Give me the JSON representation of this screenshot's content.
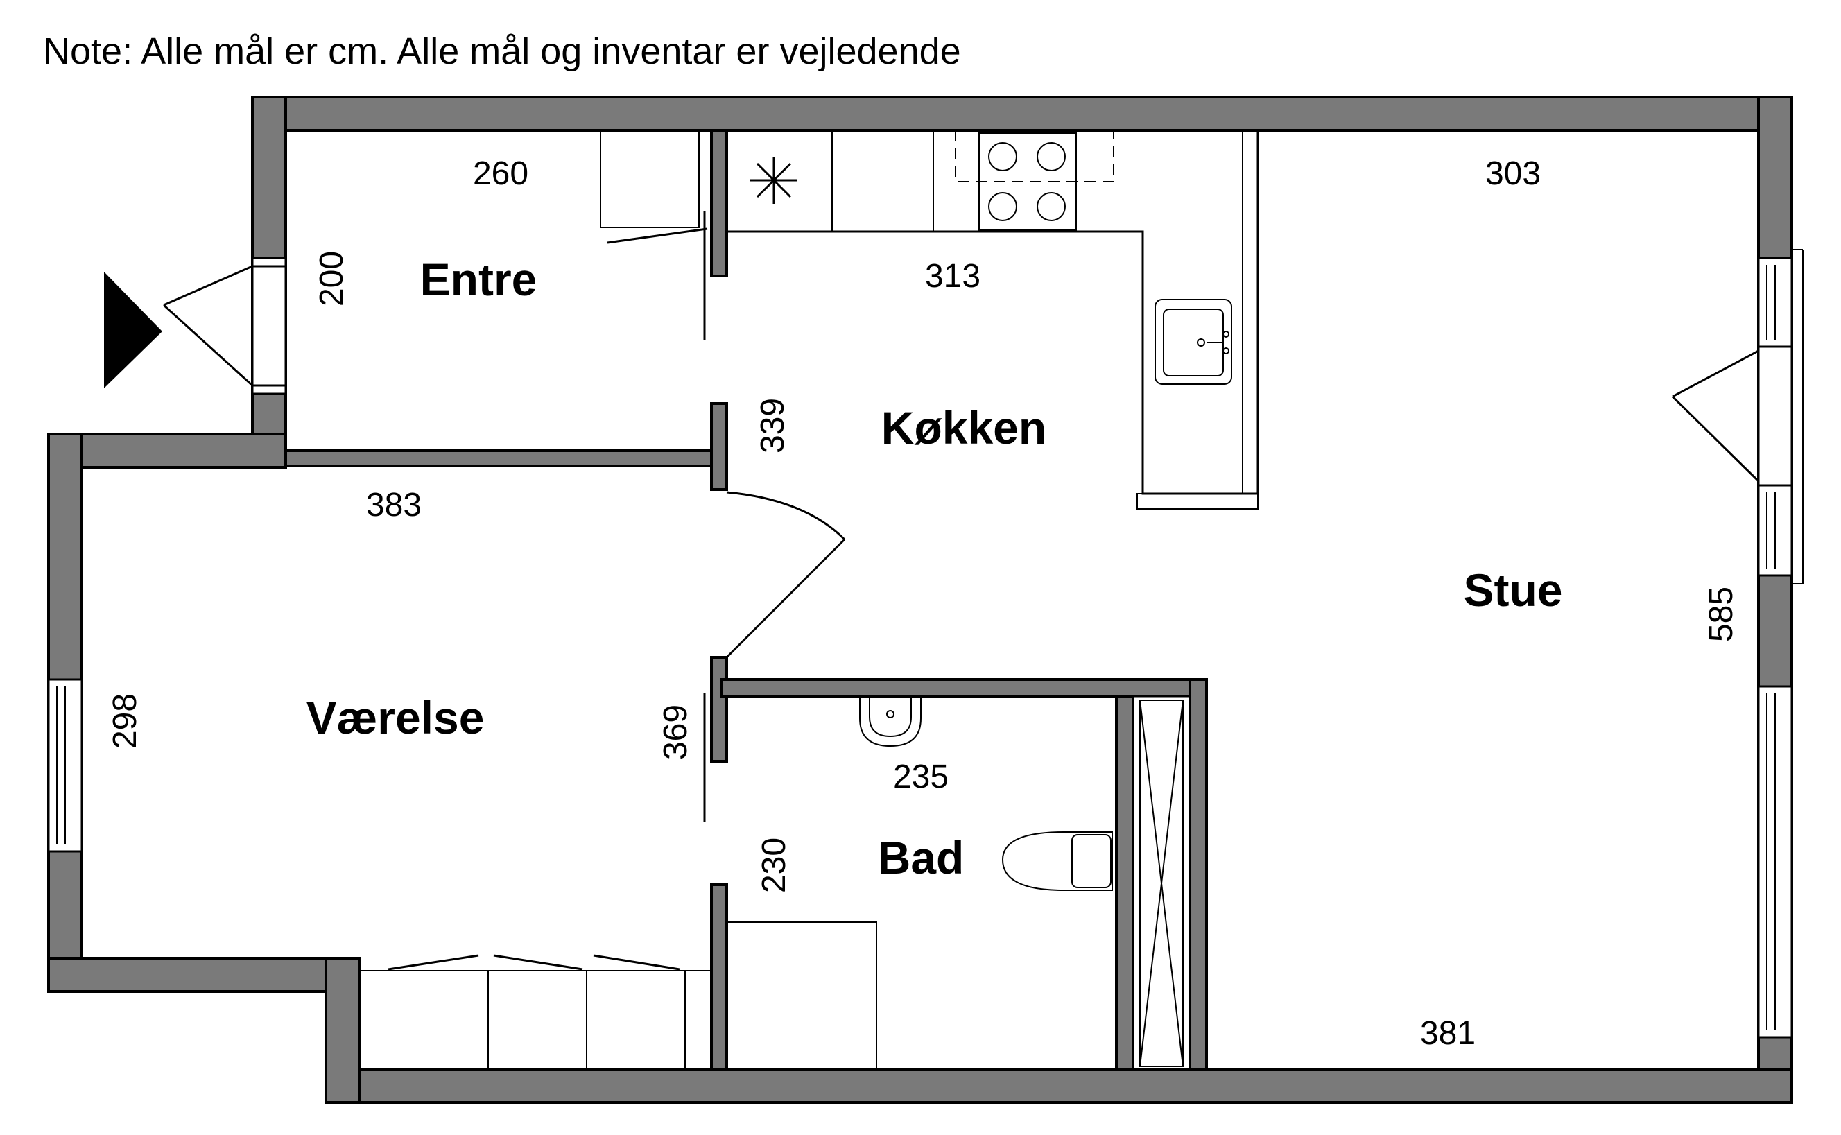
{
  "note": "Note: Alle mål er cm. Alle mål og inventar er vejledende",
  "rooms": {
    "entre": "Entre",
    "kokken": "Køkken",
    "stue": "Stue",
    "vaerelse": "Værelse",
    "bad": "Bad"
  },
  "dimensions": {
    "entre_width": "260",
    "entre_depth": "200",
    "kokken_width": "313",
    "kokken_depth": "339",
    "stue_top": "303",
    "stue_bottom": "381",
    "stue_depth": "585",
    "vaerelse_width": "383",
    "vaerelse_depth": "298",
    "hall_depth": "369",
    "bad_width": "235",
    "bad_depth": "230"
  },
  "colors": {
    "wall": "#7a7a7a",
    "line": "#000000",
    "background": "#ffffff"
  },
  "icons": [
    "entrance-arrow-icon",
    "stove-icon",
    "sink-icon",
    "washbasin-icon",
    "toilet-icon",
    "extractor-fan-icon"
  ]
}
